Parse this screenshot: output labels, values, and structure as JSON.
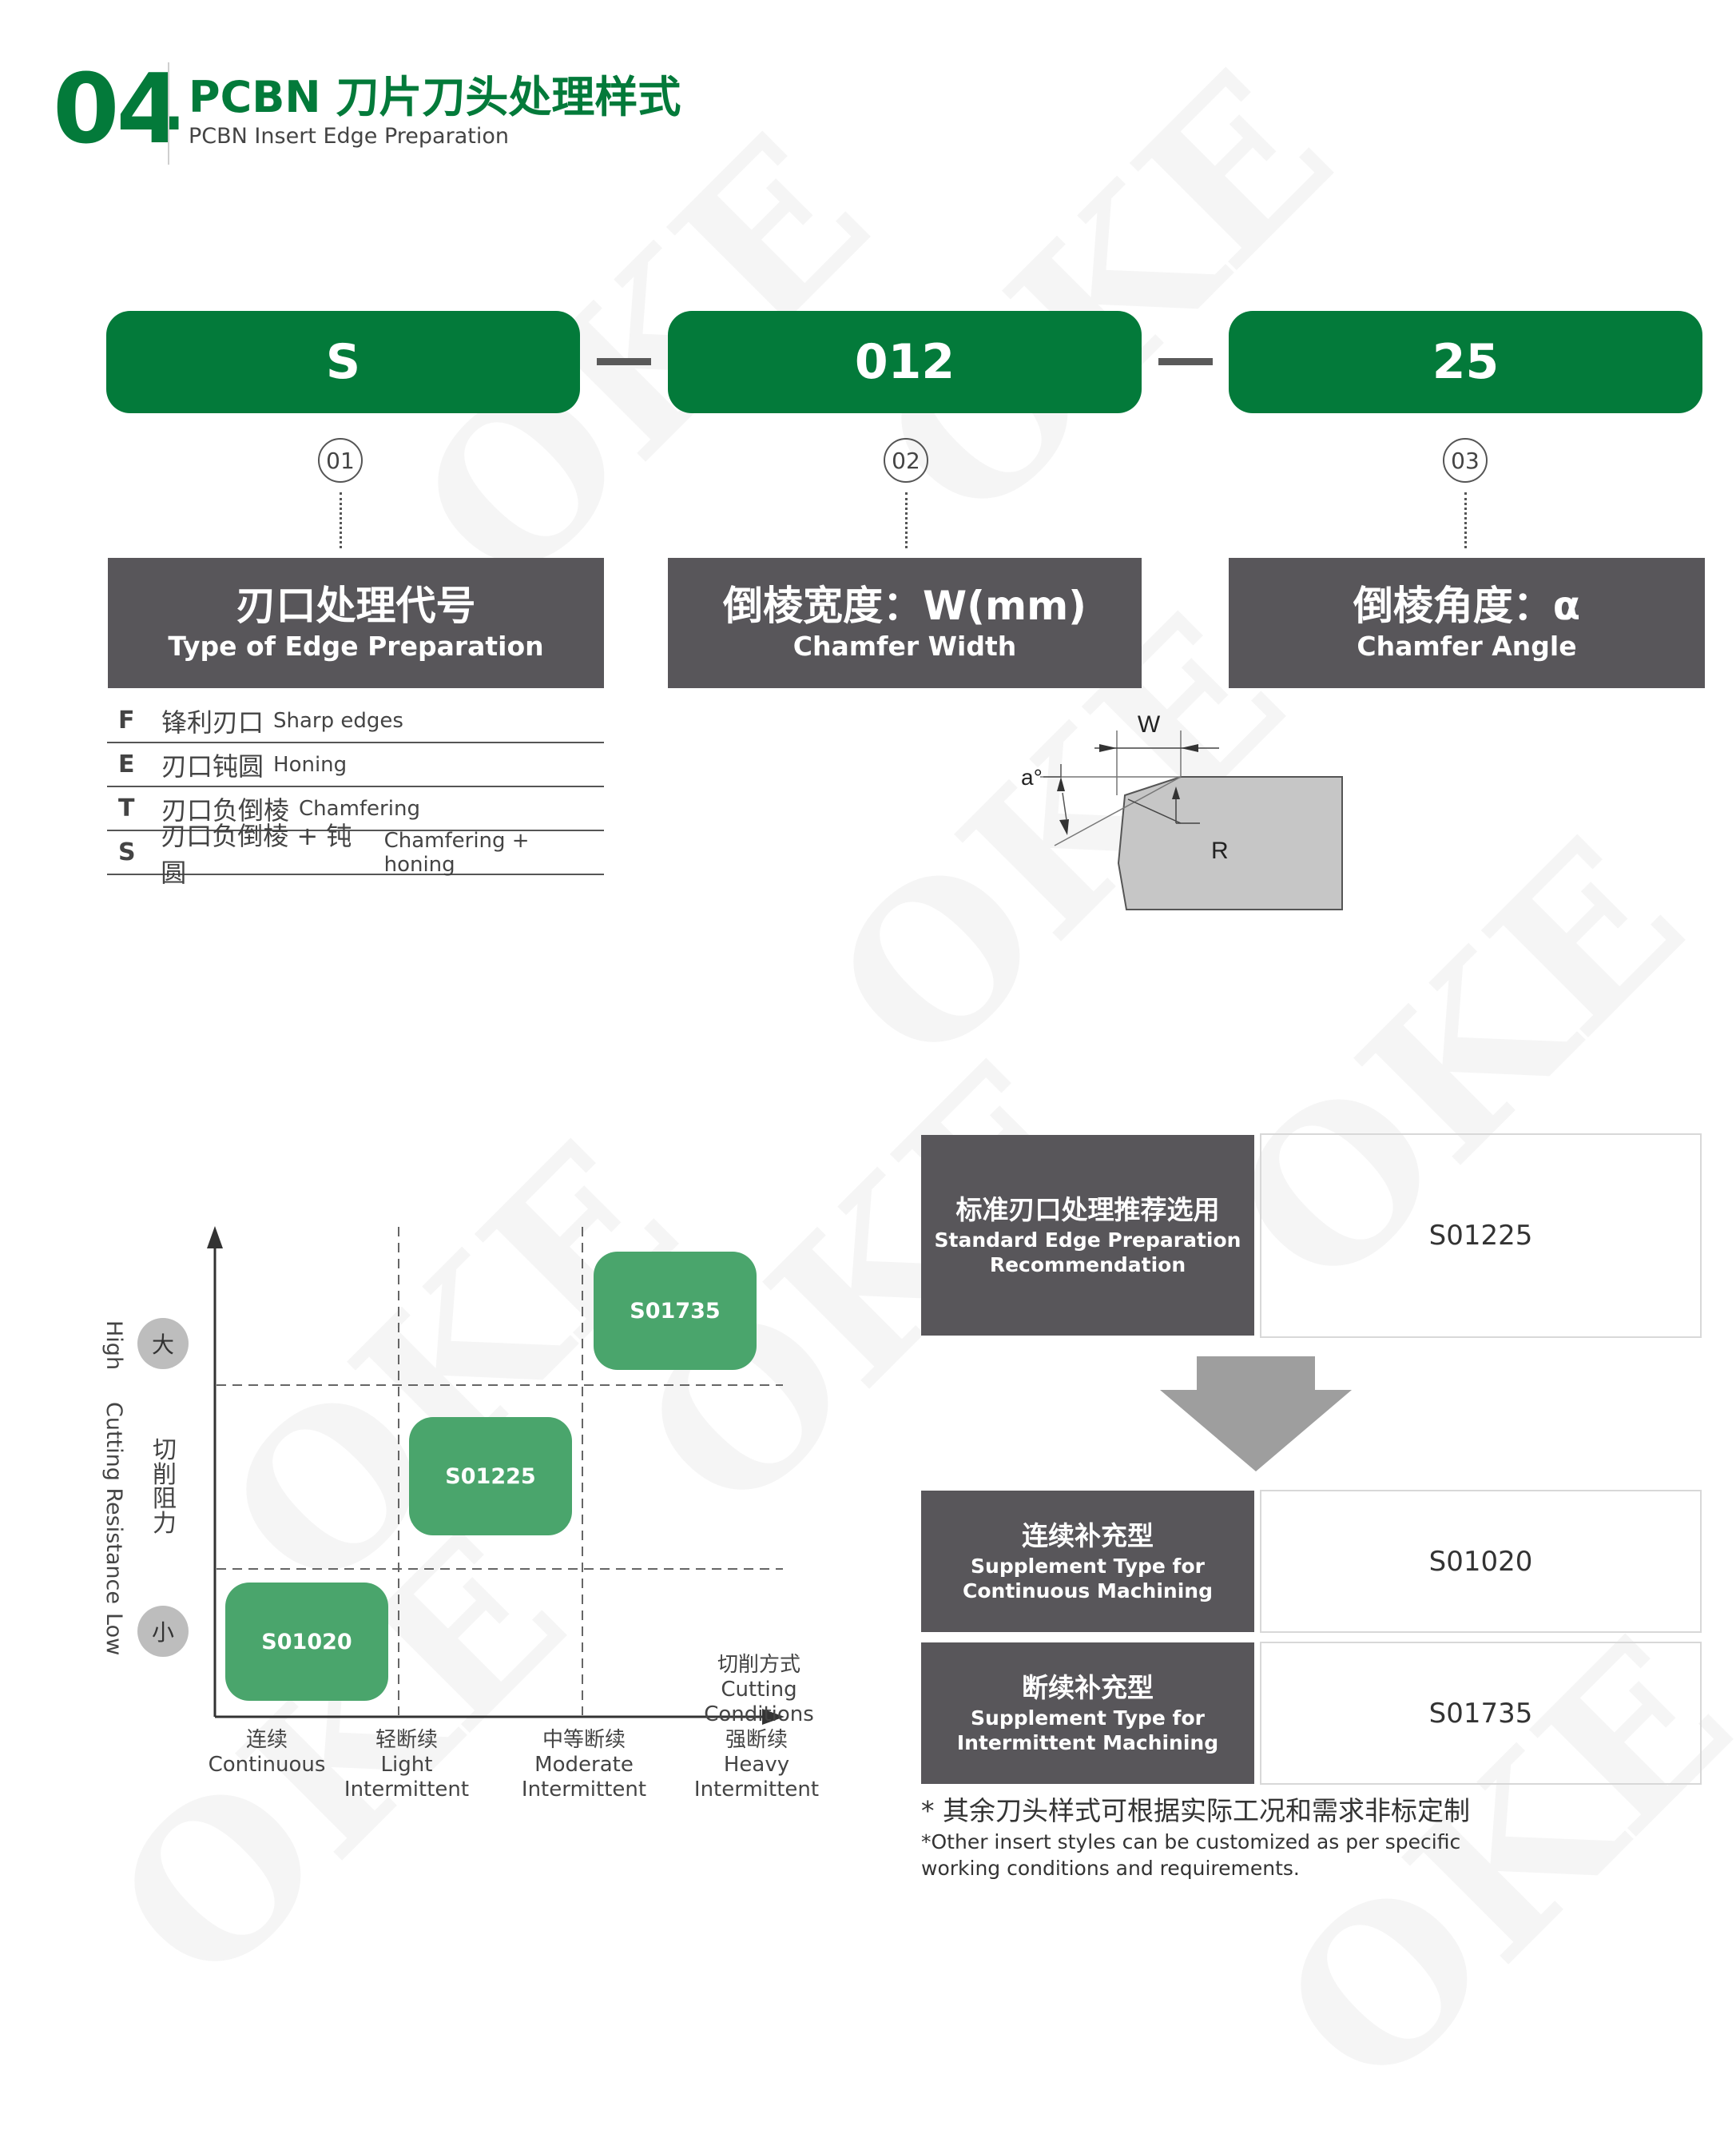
{
  "header": {
    "number": "04",
    "title": "PCBN 刀片刀头处理样式",
    "subtitle": "PCBN Insert Edge Preparation"
  },
  "watermark": "OKE",
  "code": {
    "parts": [
      "S",
      "012",
      "25"
    ],
    "indices": [
      "01",
      "02",
      "03"
    ],
    "headers": [
      {
        "cn": "刃口处理代号",
        "en": "Type of Edge Preparation"
      },
      {
        "cn": "倒棱宽度：W(mm)",
        "en": "Chamfer Width"
      },
      {
        "cn": "倒棱角度：α",
        "en": "Chamfer Angle"
      }
    ]
  },
  "edge_types": [
    {
      "code": "F",
      "cn": "锋利刃口",
      "en": "Sharp edges"
    },
    {
      "code": "E",
      "cn": "刃口钝圆",
      "en": "Honing"
    },
    {
      "code": "T",
      "cn": "刃口负倒棱",
      "en": "Chamfering"
    },
    {
      "code": "S",
      "cn": "刃口负倒棱 + 钝圆",
      "en": "Chamfering + honing"
    }
  ],
  "diagram": {
    "w_label": "W",
    "a_label": "a°",
    "r_label": "R"
  },
  "chart": {
    "y_label_en": [
      "High",
      "Cutting Resistance",
      "Low"
    ],
    "y_label_cn": "切削阻力",
    "y_high": "大",
    "y_low": "小",
    "x_title_cn": "切削方式",
    "x_title_en": "Cutting Conditions",
    "x_categories": [
      {
        "cn": "连续",
        "en": [
          "Continuous"
        ]
      },
      {
        "cn": "轻断续",
        "en": [
          "Light",
          "Intermittent"
        ]
      },
      {
        "cn": "中等断续",
        "en": [
          "Moderate",
          "Intermittent"
        ]
      },
      {
        "cn": "强断续",
        "en": [
          "Heavy",
          "Intermittent"
        ]
      }
    ],
    "chips": [
      "S01020",
      "S01225",
      "S01735"
    ]
  },
  "recommendations": [
    {
      "cn": "标准刃口处理推荐选用",
      "en": [
        "Standard Edge Preparation",
        "Recommendation"
      ],
      "value": "S01225"
    },
    {
      "cn": "连续补充型",
      "en": [
        "Supplement Type for",
        "Continuous Machining"
      ],
      "value": "S01020"
    },
    {
      "cn": "断续补充型",
      "en": [
        "Supplement Type for",
        "Intermittent Machining"
      ],
      "value": "S01735"
    }
  ],
  "notes": {
    "cn": "* 其余刀头样式可根据实际工况和需求非标定制",
    "en": "*Other insert styles can be customized as per specific working conditions and requirements."
  },
  "colors": {
    "brand_green": "#037a3a",
    "chip_green": "#4aa56c",
    "dark_gray": "#58565a"
  }
}
